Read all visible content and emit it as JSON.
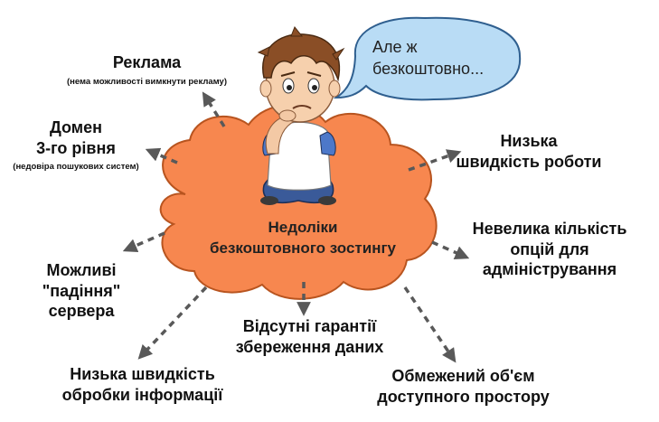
{
  "center": {
    "line1": "Недоліки",
    "line2": "безкоштовного зостингу"
  },
  "speech_bubble": {
    "line1": "Але ж",
    "line2": "безкоштовно..."
  },
  "items": {
    "ads": {
      "title": "Реклама",
      "note": "(нема можливості вимкнути рекламу)"
    },
    "domain": {
      "line1": "Домен",
      "line2": "3-го рівня",
      "note": "(недовіра пошукових систем)"
    },
    "speed": {
      "line1": "Низька",
      "line2": "швидкість роботи"
    },
    "options": {
      "line1": "Невелика кількість",
      "line2": "опцій для",
      "line3": "адміністрування"
    },
    "crash": {
      "line1": "Можливі",
      "line2": "\"падіння\"",
      "line3": "сервера"
    },
    "guarantees": {
      "line1": "Відсутні гарантії",
      "line2": "збереження даних"
    },
    "processing": {
      "line1": "Низька швидкість",
      "line2": "обробки інформації"
    },
    "space": {
      "line1": "Обмежений об'єм",
      "line2": "доступного простору"
    }
  },
  "colors": {
    "cloud_fill": "#f7874f",
    "cloud_stroke": "#b8541f",
    "bubble_fill": "#b9dcf5",
    "bubble_stroke": "#2f5f8f",
    "arrow": "#595959",
    "text": "#111111"
  },
  "icons": {
    "character": "sad-boy-illustration"
  }
}
